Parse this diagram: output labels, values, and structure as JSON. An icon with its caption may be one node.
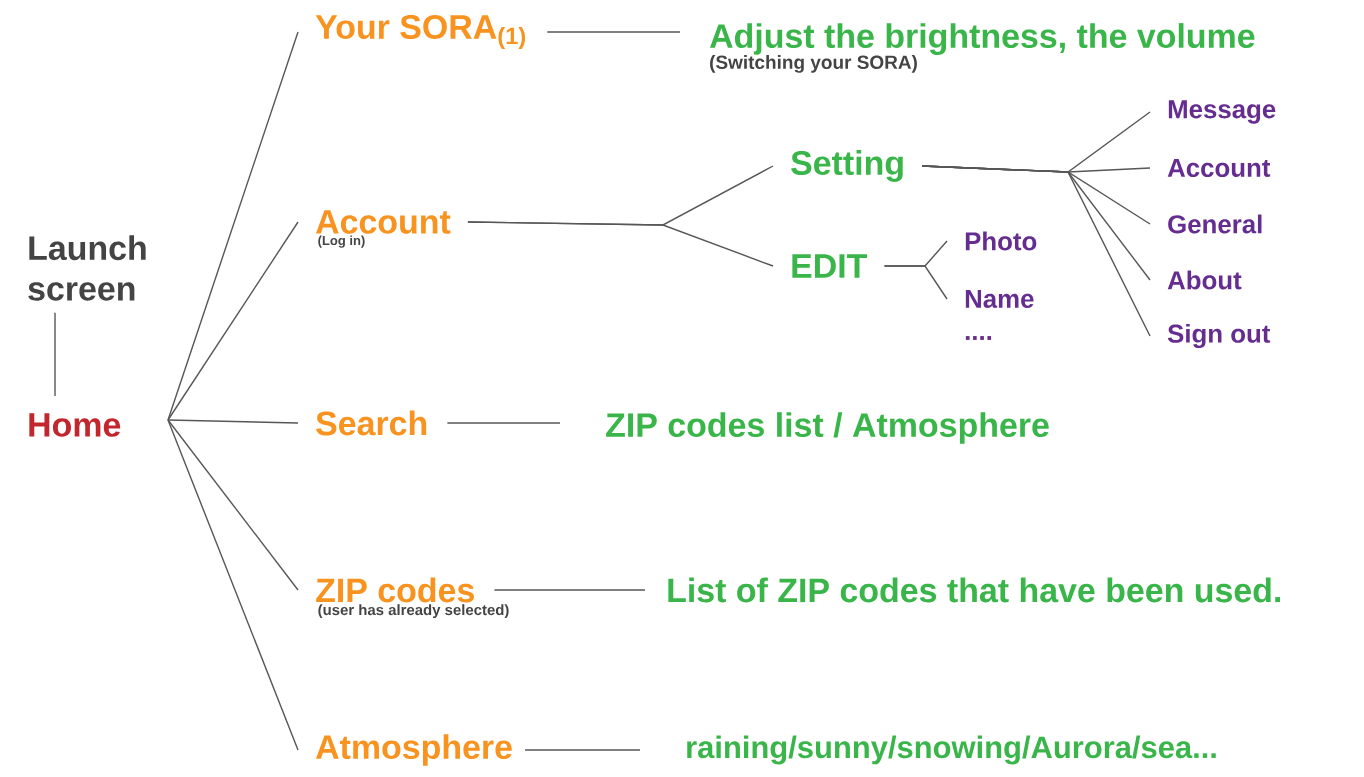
{
  "diagram": {
    "nodes": [
      {
        "text": [
          "Launch screen"
        ]
      },
      {
        "text": [
          "Home"
        ]
      },
      {
        "text": [
          "Your SORA$_{(1)}$"
        ]
      },
      {
        "text": [
          "Account"
        ],
        "beside": [
          "(Log in)"
        ]
      },
      {
        "text": [
          "Search"
        ]
      },
      {
        "text": [
          "ZIP codes"
        ],
        "beside": [
          "(user has already selected)"
        ]
      },
      {
        "text": [
          "Atmosphere"
        ]
      },
      {
        "text": [
          "Adjust the brightness, the volume",
          "(Switching your SORA)"
        ]
      },
      {
        "text": [
          "Setting"
        ]
      },
      {
        "text": [
          "EDIT"
        ]
      },
      {
        "text": [
          "Photo"
        ]
      },
      {
        "text": [
          "Name"
        ]
      },
      {
        "text": [
          "Message"
        ]
      },
      {
        "text": [
          "Account"
        ]
      },
      {
        "text": [
          "General"
        ]
      },
      {
        "text": [
          "About"
        ]
      },
      {
        "text": [
          "Sign out"
        ]
      },
      {
        "text": [
          "ZIP codes list / Atmosphere"
        ]
      },
      {
        "text": [
          "List of ZIP codes that have been used."
        ]
      },
      {
        "text": [
          "raining/sunny/snowing/Aurora/sea..."
        ]
      }
    ],
    "edges": [
      {
        "from": 0,
        "to": 1,
        "arrow": "none"
      },
      {
        "from": 1,
        "to": 2,
        "arrow": "none"
      },
      {
        "from": 1,
        "to": 3,
        "arrow": "none"
      },
      {
        "from": 1,
        "to": 4,
        "arrow": "none"
      },
      {
        "from": 1,
        "to": 5,
        "arrow": "none"
      },
      {
        "from": 1,
        "to": 6,
        "arrow": "none"
      },
      {
        "from": 2,
        "to": 7,
        "arrow": "none"
      },
      {
        "from": 3,
        "to": 8,
        "arrow": "none"
      },
      {
        "from": 3,
        "to": 9,
        "arrow": "none"
      },
      {
        "from": 9,
        "to": 10,
        "arrow": "none"
      },
      {
        "from": 9,
        "to": 11,
        "arrow": "none"
      },
      {
        "from": 8,
        "to": 12,
        "arrow": "none"
      },
      {
        "from": 8,
        "to": 13,
        "arrow": "none"
      },
      {
        "from": 8,
        "to": 14,
        "arrow": "none"
      },
      {
        "from": 8,
        "to": 15,
        "arrow": "none"
      },
      {
        "from": 8,
        "to": 16,
        "arrow": "none"
      },
      {
        "from": 4,
        "to": 17,
        "arrow": "none"
      },
      {
        "from": 5,
        "to": 18,
        "arrow": "none"
      },
      {
        "from": 6,
        "to": 19,
        "arrow": "none"
      }
    ],
    "labels": [
      "...."
    ]
  }
}
